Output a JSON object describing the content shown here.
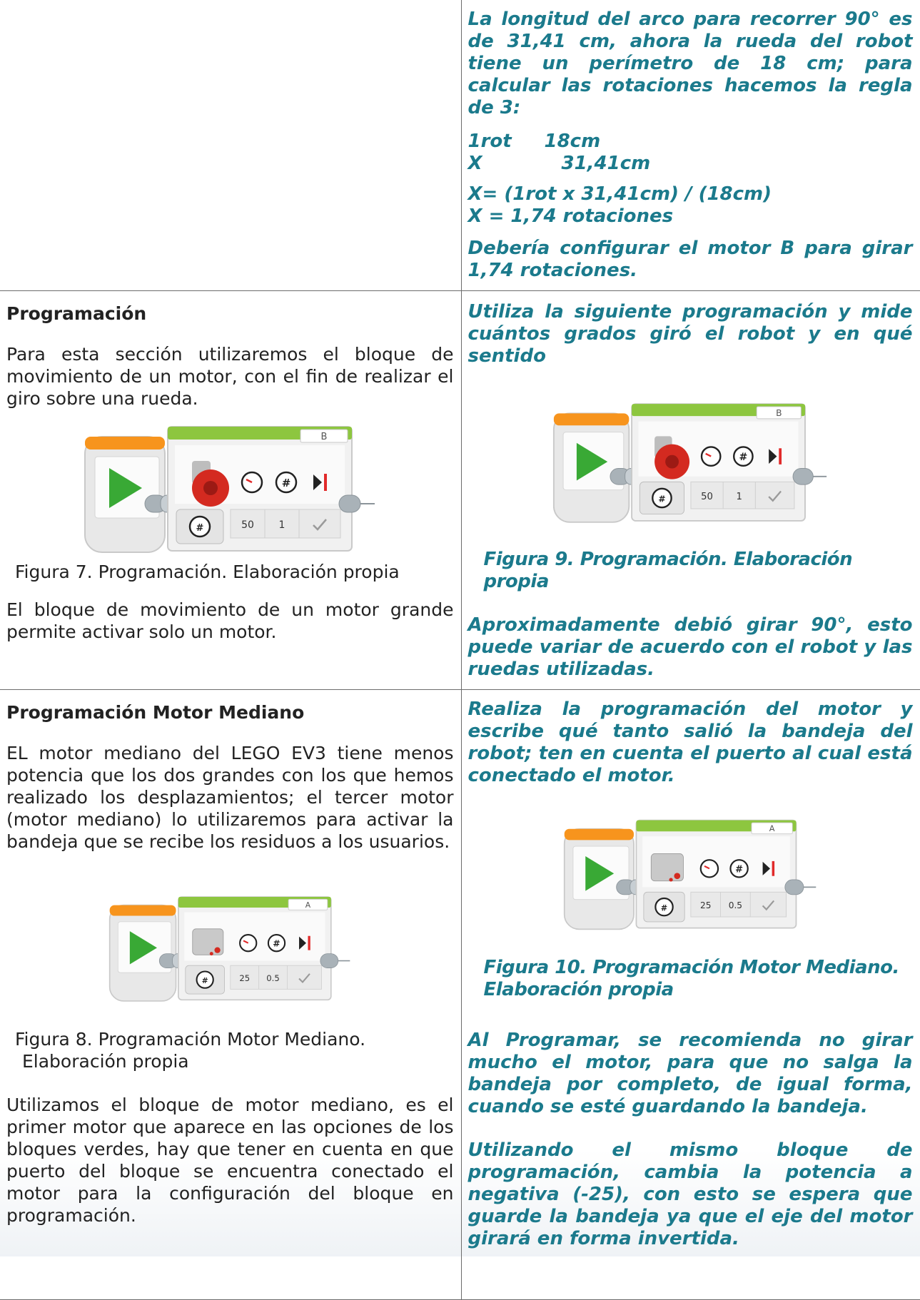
{
  "row1": {
    "right": {
      "p1": "La longitud del arco para recorrer 90° es de 31,41 cm, ahora la rueda del robot tiene un perímetro de 18 cm; para calcular las rotaciones hacemos la regla de 3:",
      "rule_a1": "1rot",
      "rule_b1": "18cm",
      "rule_a2": "X",
      "rule_b2": "31,41cm",
      "eq1": "X= (1rot x 31,41cm) / (18cm)",
      "eq2": "X = 1,74 rotaciones",
      "p2": "Debería configurar el motor B para girar 1,74 rotaciones."
    }
  },
  "row2": {
    "left": {
      "heading": "Programación",
      "p1": "Para esta sección utilizaremos el bloque de movimiento de un motor, con el fin de realizar el giro sobre una rueda.",
      "figure": {
        "port": "B",
        "power": "50",
        "rotations": "1",
        "motor": "large"
      },
      "caption": "Figura 7. Programación. Elaboración propia",
      "p2": "El bloque de movimiento de un motor grande permite activar solo un motor."
    },
    "right": {
      "p1": "Utiliza la siguiente programación y mide cuántos grados giró el robot y en qué sentido",
      "figure": {
        "port": "B",
        "power": "50",
        "rotations": "1",
        "motor": "large"
      },
      "caption": "Figura 9. Programación. Elaboración propia",
      "p2": "Aproximadamente debió girar 90°, esto puede variar de acuerdo con el robot y las ruedas utilizadas."
    }
  },
  "row3": {
    "left": {
      "heading": "Programación Motor Mediano",
      "p1": "EL motor mediano del LEGO EV3 tiene menos potencia que los dos grandes con los que hemos realizado los desplazamientos; el tercer motor (motor mediano) lo utilizaremos para activar la bandeja que se recibe los residuos a los usuarios.",
      "figure": {
        "port": "A",
        "power": "25",
        "rotations": "0.5",
        "motor": "medium"
      },
      "caption1": "Figura 8. Programación Motor Mediano.",
      "caption2": "Elaboración propia",
      "p2": "Utilizamos el bloque de motor mediano, es el primer motor que aparece en las opciones de los bloques verdes, hay que tener en cuenta en que puerto del bloque se encuentra conectado el motor para la configuración del bloque en programación."
    },
    "right": {
      "p1": "Realiza la programación del motor y escribe qué tanto salió la bandeja del robot; ten en cuenta el puerto al cual está conectado el motor.",
      "figure": {
        "port": "A",
        "power": "25",
        "rotations": "0.5",
        "motor": "medium"
      },
      "caption1": "Figura 10. Programación Motor Mediano.",
      "caption2": "Elaboración propia",
      "p2": "Al Programar, se recomienda no girar mucho el motor, para que no salga la bandeja por completo, de igual forma, cuando se esté guardando la bandeja.",
      "p3": "Utilizando el mismo bloque de programación, cambia la potencia a negativa (-25), con esto se espera que guarde la bandeja ya que el eje del motor girará en forma invertida."
    }
  },
  "colors": {
    "accent": "#1b7a8c",
    "block_green": "#8dc63f",
    "start_orange": "#f7941d",
    "play_green": "#39a935"
  }
}
